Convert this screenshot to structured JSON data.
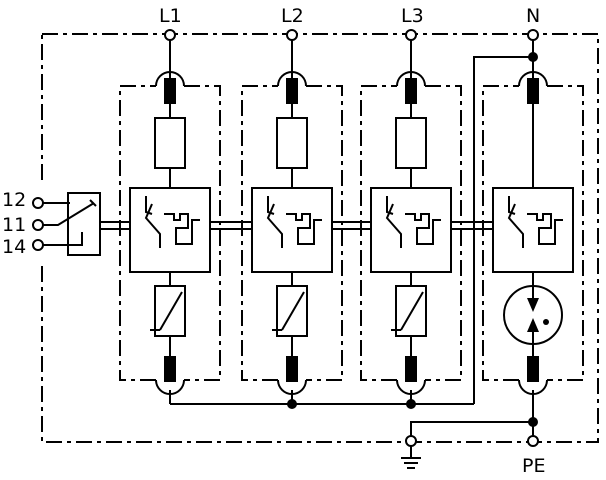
{
  "terminals": {
    "top": [
      "L1",
      "L2",
      "L3",
      "N"
    ],
    "left": [
      "12",
      "11",
      "14"
    ],
    "bottom_pe": "PE"
  },
  "icons": {
    "ground": "earth-ground-icon"
  }
}
